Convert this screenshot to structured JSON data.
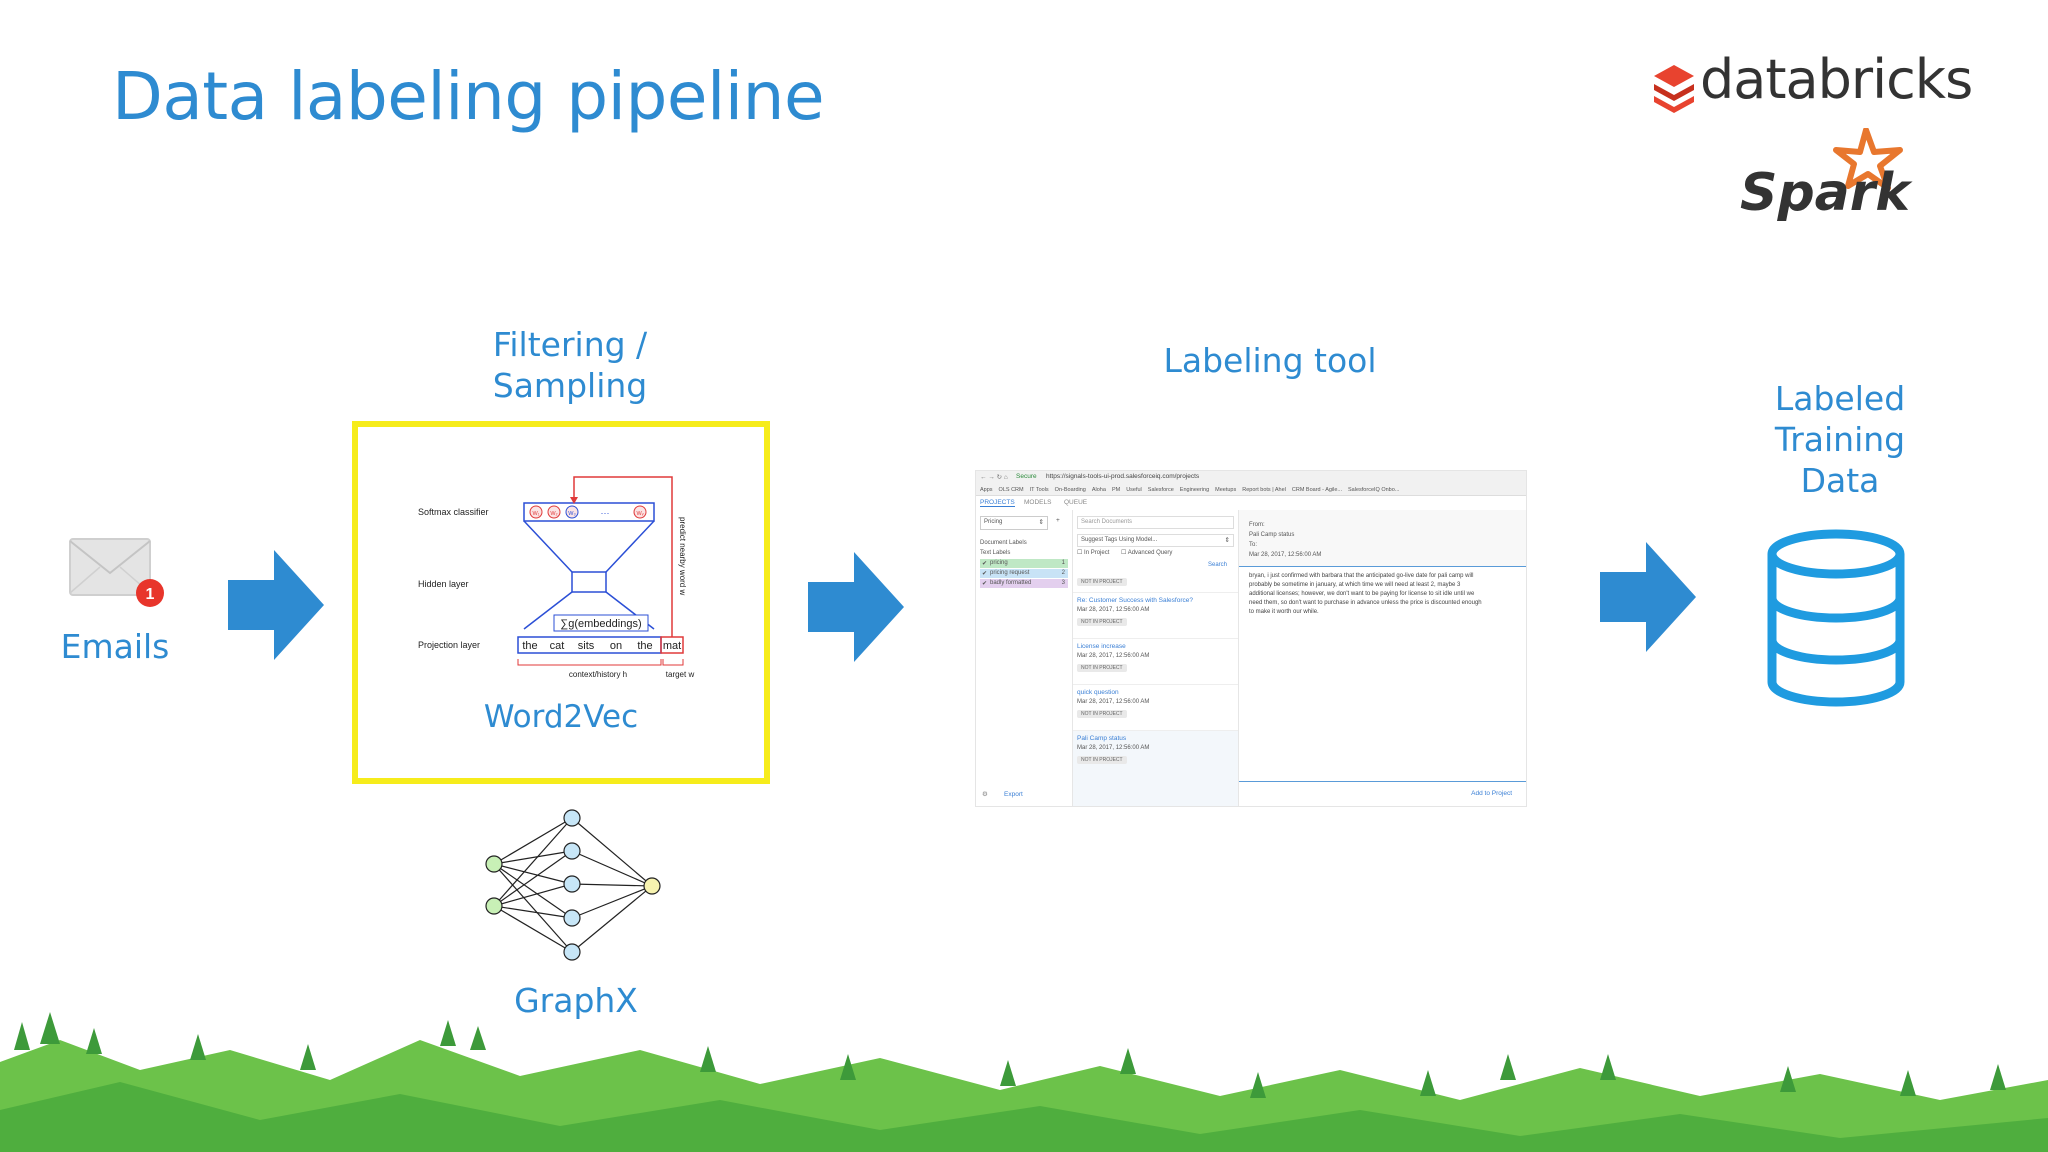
{
  "slide": {
    "title": "Data labeling pipeline",
    "colors": {
      "accent": "#2e8bd1",
      "highlight": "#f6ec1b",
      "arrow": "#2e8bd1",
      "mountain_light": "#6cc24a",
      "mountain_dark": "#3d9a3a"
    }
  },
  "logos": {
    "databricks_text": "databricks",
    "spark_text": "Spark"
  },
  "stages": {
    "emails": {
      "label": "Emails",
      "badge_count": "1",
      "icon": "envelope-icon"
    },
    "filtering": {
      "label_line1": "Filtering /",
      "label_line2": "Sampling"
    },
    "word2vec": {
      "caption": "Word2Vec",
      "softmax_label": "Softmax classifier",
      "hidden_label": "Hidden layer",
      "projection_label": "Projection layer",
      "sum_label": "∑g(embeddings)",
      "words": [
        "the",
        "cat",
        "sits",
        "on",
        "the"
      ],
      "target_word": "mat",
      "context_label": "context/history h",
      "target_label": "target w",
      "predict_label": "predict nearby word w",
      "weights": [
        "W₁",
        "W₂",
        "W₃",
        "···",
        "Wᵥ"
      ]
    },
    "graphx": {
      "label": "GraphX",
      "icon": "neural-network-icon"
    },
    "labeling_tool": {
      "label": "Labeling tool",
      "browser": {
        "url_secure": "Secure",
        "url": "https://signals-tools-ui-prod.salesforceiq.com/projects",
        "bookmarks": [
          "Apps",
          "OLS CRM",
          "IT Tools",
          "On-Boarding",
          "Aloha",
          "PM",
          "Useful",
          "Salesforce",
          "Engineering",
          "Meetups",
          "Report bots | Ahel",
          "CRM Board - Agile...",
          "SalesforceIQ Onbo..."
        ]
      },
      "tabs": [
        "PROJECTS",
        "MODELS",
        "QUEUE"
      ],
      "project_select": "Pricing",
      "document_labels": "Document Labels",
      "text_labels": "Text Labels",
      "label_items": [
        {
          "name": "pricing",
          "count": "1"
        },
        {
          "name": "pricing request",
          "count": "2"
        },
        {
          "name": "badly formatted",
          "count": "3"
        }
      ],
      "export": "Export",
      "search_placeholder": "Search Documents",
      "suggest_select": "Suggest Tags Using Model...",
      "in_project": "In Project",
      "advanced_query": "Advanced Query",
      "search_button": "Search",
      "not_in_project": "NOT IN PROJECT",
      "documents": [
        {
          "title": "Re: Customer Success with Salesforce?",
          "date": "Mar 28, 2017, 12:56:00 AM"
        },
        {
          "title": "License increase",
          "date": "Mar 28, 2017, 12:56:00 AM"
        },
        {
          "title": "quick question",
          "date": "Mar 28, 2017, 12:56:00 AM"
        },
        {
          "title": "Pali Camp status",
          "date": "Mar 28, 2017, 12:56:00 AM"
        }
      ],
      "email_from": "From:",
      "email_subject": "Pali Camp status",
      "email_to": "To:",
      "email_date": "Mar 28, 2017, 12:56:00 AM",
      "email_body_lines": [
        "bryan, i just confirmed with barbara that the anticipated go-live date for pali camp will",
        "probably be sometime in january, at which time we will need at least 2, maybe 3",
        "additional licenses; however, we don't want to be paying for license to sit idle until we",
        "need them, so don't want to purchase in advance unless the price is discounted enough",
        "to make it worth our while."
      ],
      "add_to_project": "Add to Project"
    },
    "output": {
      "label_line1": "Labeled",
      "label_line2": "Training",
      "label_line3": "Data",
      "icon": "database-icon"
    }
  }
}
